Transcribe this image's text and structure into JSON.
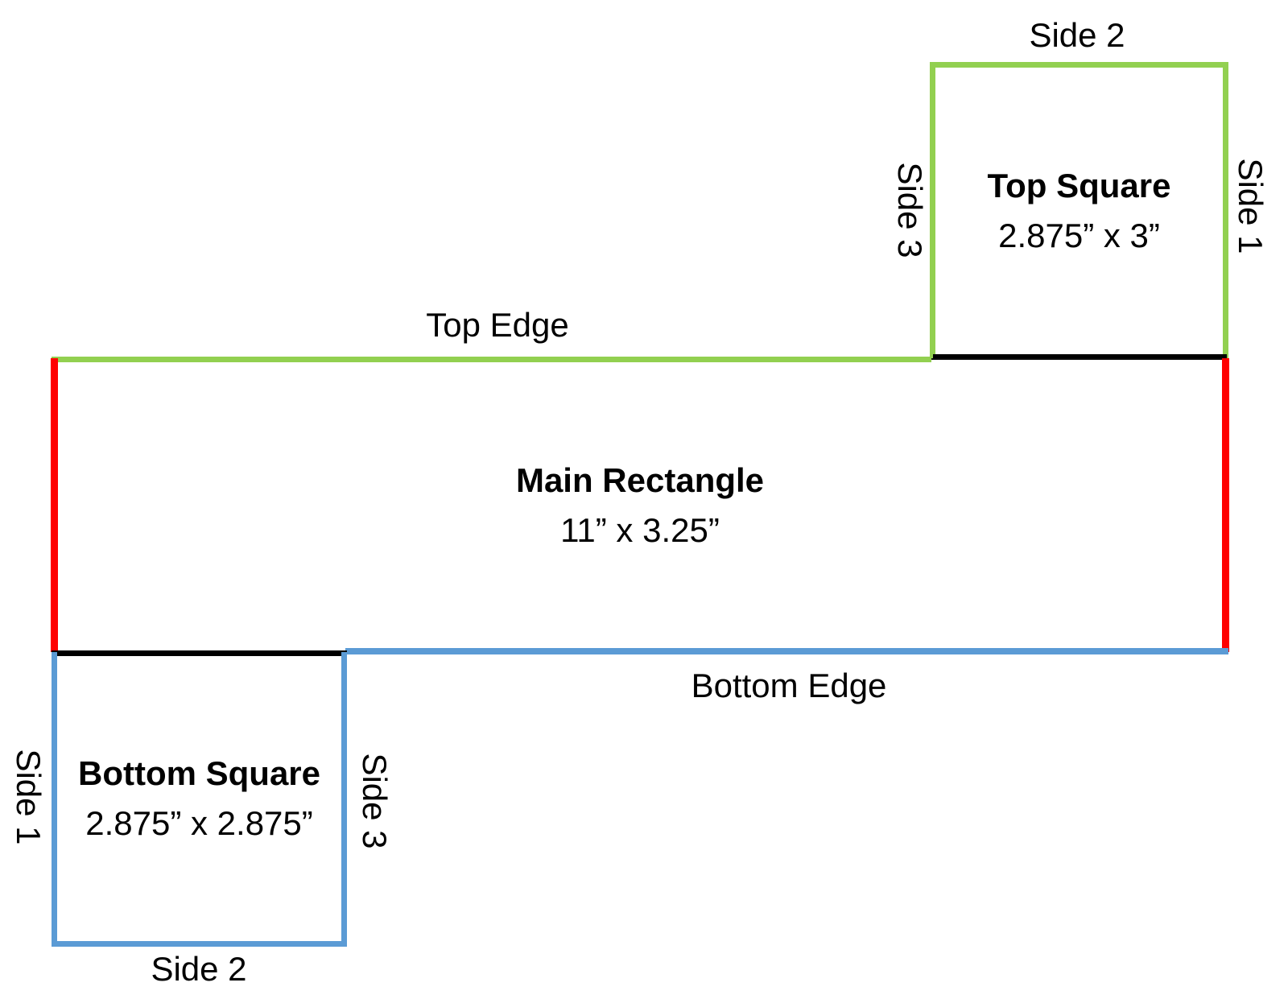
{
  "diagram": {
    "top_square": {
      "title": "Top Square",
      "dimensions": "2.875” x 3”",
      "side1_label": "Side 1",
      "side2_label": "Side 2",
      "side3_label": "Side 3"
    },
    "main_rectangle": {
      "title": "Main Rectangle",
      "dimensions": "11” x 3.25”",
      "top_edge_label": "Top Edge",
      "bottom_edge_label": "Bottom Edge"
    },
    "bottom_square": {
      "title": "Bottom Square",
      "dimensions": "2.875” x 2.875”",
      "side1_label": "Side 1",
      "side2_label": "Side 2",
      "side3_label": "Side 3"
    },
    "colors": {
      "green_edge": "#92D050",
      "red_edge": "#FF0000",
      "blue_edge": "#5B9BD5",
      "black_edge": "#000000",
      "text": "#000000",
      "background": "#FFFFFF"
    }
  }
}
